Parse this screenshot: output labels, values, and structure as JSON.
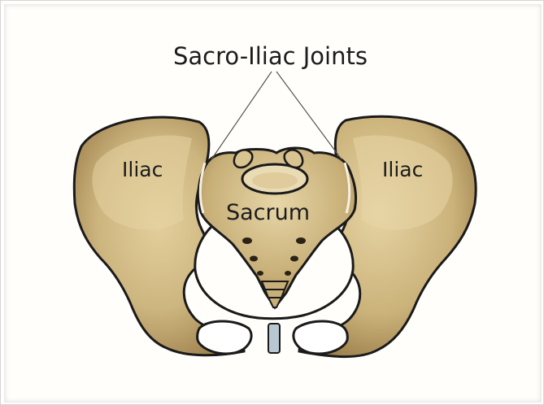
{
  "diagram": {
    "title": "Sacro-Iliac Joints",
    "labels": {
      "iliac_left": "Iliac",
      "iliac_right": "Iliac",
      "sacrum": "Sacrum"
    },
    "colors": {
      "bone": "#c9b27c",
      "bone_light": "#ddc994",
      "bone_shadow": "#9a7f4d",
      "outline": "#1a1a1a",
      "cartilage": "#b9c7d2",
      "pointer_line": "#555555"
    }
  }
}
